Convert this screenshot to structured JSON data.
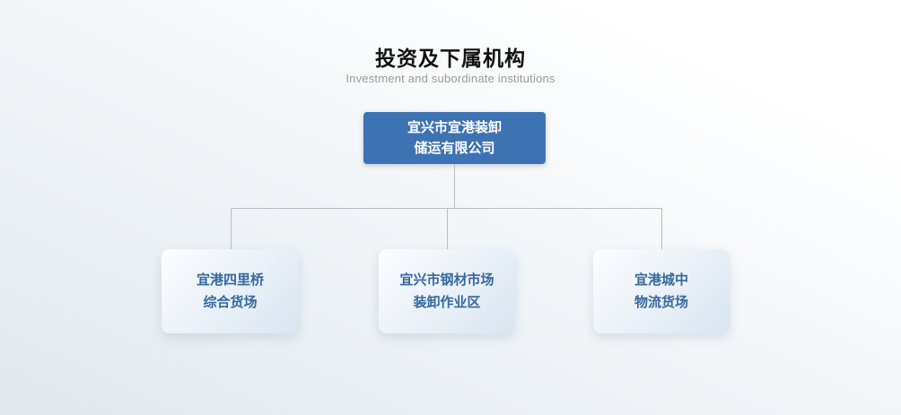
{
  "header": {
    "title": "投资及下属机构",
    "subtitle": "Investment and subordinate institutions"
  },
  "org_chart": {
    "root": {
      "line1": "宜兴市宜港装卸",
      "line2": "储运有限公司"
    },
    "children": [
      {
        "line1": "宜港四里桥",
        "line2": "综合货场"
      },
      {
        "line1": "宜兴市钢材市场",
        "line2": "装卸作业区"
      },
      {
        "line1": "宜港城中",
        "line2": "物流货场"
      }
    ]
  },
  "colors": {
    "title_color": "#111111",
    "subtitle_color": "#9a9a9a",
    "root_bg": "#3e73b3",
    "root_text": "#ffffff",
    "child_text": "#35689f",
    "connector": "#b7bcc1",
    "child_bg_start": "#fcfdff",
    "child_bg_end": "#d9e5f1"
  }
}
